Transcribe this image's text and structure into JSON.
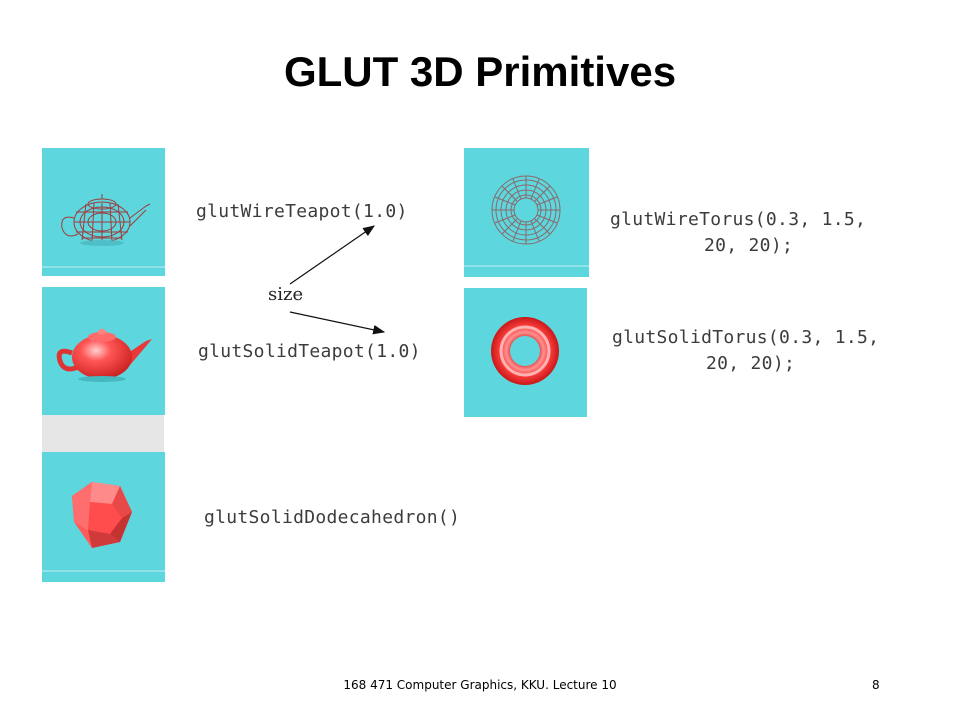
{
  "slide": {
    "title": "GLUT 3D Primitives",
    "footer": "168 471 Computer Graphics, KKU. Lecture 10",
    "page_number": "8"
  },
  "labels": {
    "size": "size"
  },
  "primitives": {
    "wire_teapot": "glutWireTeapot(1.0)",
    "solid_teapot": "glutSolidTeapot(1.0)",
    "solid_dodecahedron": "glutSolidDodecahedron()",
    "wire_torus_line1": "glutWireTorus(0.3, 1.5,",
    "wire_torus_line2": "20, 20);",
    "solid_torus_line1": "glutSolidTorus(0.3, 1.5,",
    "solid_torus_line2": "20, 20);"
  },
  "colors": {
    "thumb_bg": "#5dd6dd",
    "solid_red": "#ff4a4a",
    "wire_red": "#b03030"
  }
}
